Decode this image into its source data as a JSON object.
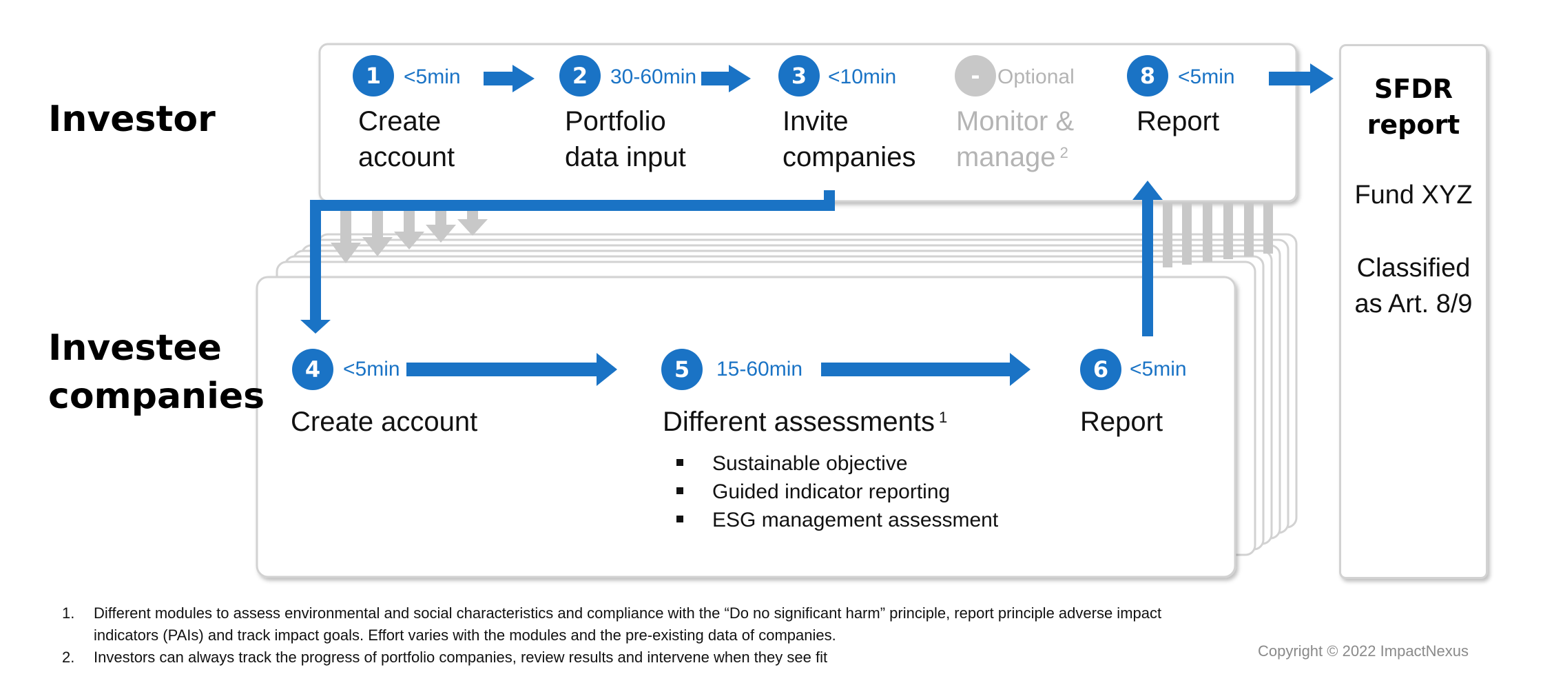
{
  "rows": {
    "investor": "Investor",
    "investee_line1": "Investee",
    "investee_line2": "companies"
  },
  "investor_steps": [
    {
      "num": "1",
      "duration": "<5min",
      "title_line1": "Create",
      "title_line2": "account"
    },
    {
      "num": "2",
      "duration": "30-60min",
      "title_line1": "Portfolio",
      "title_line2": "data input"
    },
    {
      "num": "3",
      "duration": "<10min",
      "title_line1": "Invite",
      "title_line2": "companies"
    },
    {
      "num": "-",
      "duration": "Optional",
      "title_line1": "Monitor &",
      "title_line2": "manage",
      "footnote": "2"
    },
    {
      "num": "8",
      "duration": "<5min",
      "title_line1": "Report"
    }
  ],
  "investee_steps": [
    {
      "num": "4",
      "duration": "<5min",
      "title": "Create account"
    },
    {
      "num": "5",
      "duration": "15-60min",
      "title": "Different assessments",
      "footnote": "1",
      "bullets": [
        "Sustainable objective",
        "Guided indicator reporting",
        "ESG management assessment"
      ]
    },
    {
      "num": "6",
      "duration": "<5min",
      "title": "Report"
    }
  ],
  "sfdr": {
    "title_line1": "SFDR",
    "title_line2": "report",
    "fund": "Fund XYZ",
    "class_line1": "Classified",
    "class_line2": "as Art. 8/9"
  },
  "footnotes": [
    {
      "num": "1.",
      "text_line1": "Different modules to assess environmental and social characteristics and compliance with the “Do no significant harm” principle, report principle adverse impact",
      "text_line2": "indicators (PAIs) and track impact goals. Effort varies with the modules and the pre-existing data of companies."
    },
    {
      "num": "2.",
      "text_line1": "Investors can always track the progress of portfolio companies, review results and intervene when they see fit"
    }
  ],
  "copyright": "Copyright © 2022 ImpactNexus",
  "colors": {
    "accent": "#1a73c5",
    "muted": "#b4b4b4",
    "panel_border": "#d2d2d2"
  }
}
